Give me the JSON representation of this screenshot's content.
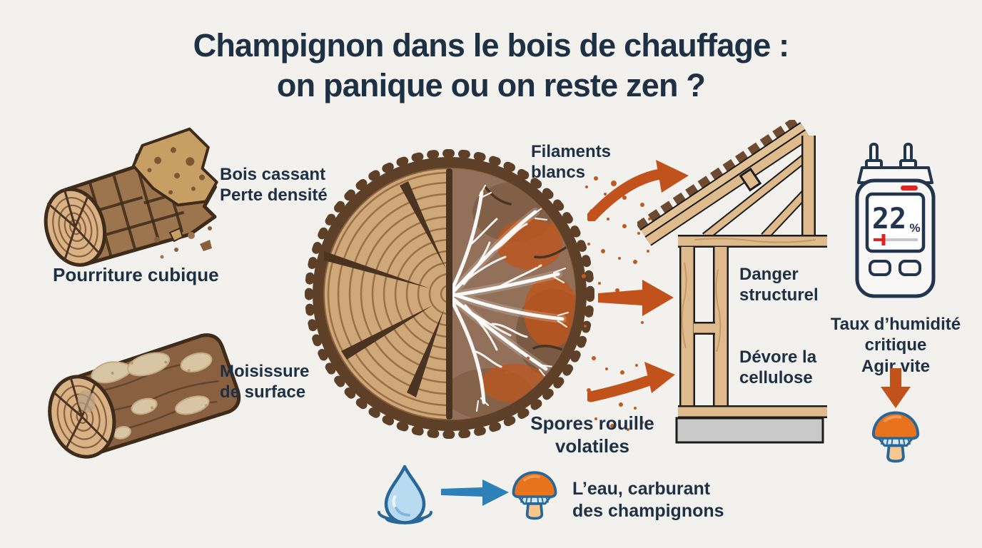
{
  "title": {
    "line1": "Champignon dans le bois de chauffage :",
    "line2": "on panique ou on reste zen ?"
  },
  "left": {
    "bois_cassant_line1": "Bois cassant",
    "bois_cassant_line2": "Perte densité",
    "pourriture": "Pourriture cubique",
    "moisissure_line1": "Moisissure",
    "moisissure_line2": "de surface"
  },
  "center": {
    "filaments_line1": "Filaments",
    "filaments_line2": "blancs",
    "spores_line1": "Spores rouille",
    "spores_line2": "volatiles"
  },
  "house": {
    "danger_line1": "Danger",
    "danger_line2": "structurel",
    "cellulose_line1": "Dévore la",
    "cellulose_line2": "cellulose"
  },
  "meter": {
    "reading": "22",
    "unit": "%",
    "caption_line1": "Taux d’humidité",
    "caption_line2": "critique",
    "caption_line3": "Agir vite"
  },
  "footer": {
    "caption_line1": "L’eau, carburant",
    "caption_line2": "des champignons"
  },
  "icons": {
    "water_drop": "water-drop-icon",
    "mushroom": "mushroom-icon",
    "moisture_meter": "moisture-meter-icon",
    "orange_arrow": "arrow-right-icon",
    "down_arrow": "arrow-down-icon",
    "blue_arrow": "arrow-right-icon"
  },
  "colors": {
    "background": "#f3f1ed",
    "text_navy": "#1d3044",
    "arrow_orange": "#c2521c",
    "spore_orange": "#c05a1e",
    "blue": "#2e81b8",
    "alert_red": "#e02424",
    "wood_light": "#dfba8c",
    "wood_rings": "#cfa87a",
    "bark_brown": "#5d4027",
    "shingle_brown": "#6e4a31",
    "foundation_gray": "#c9c9c9",
    "mushroom_cap": "#e9731d",
    "mushroom_outline": "#2a6799"
  }
}
